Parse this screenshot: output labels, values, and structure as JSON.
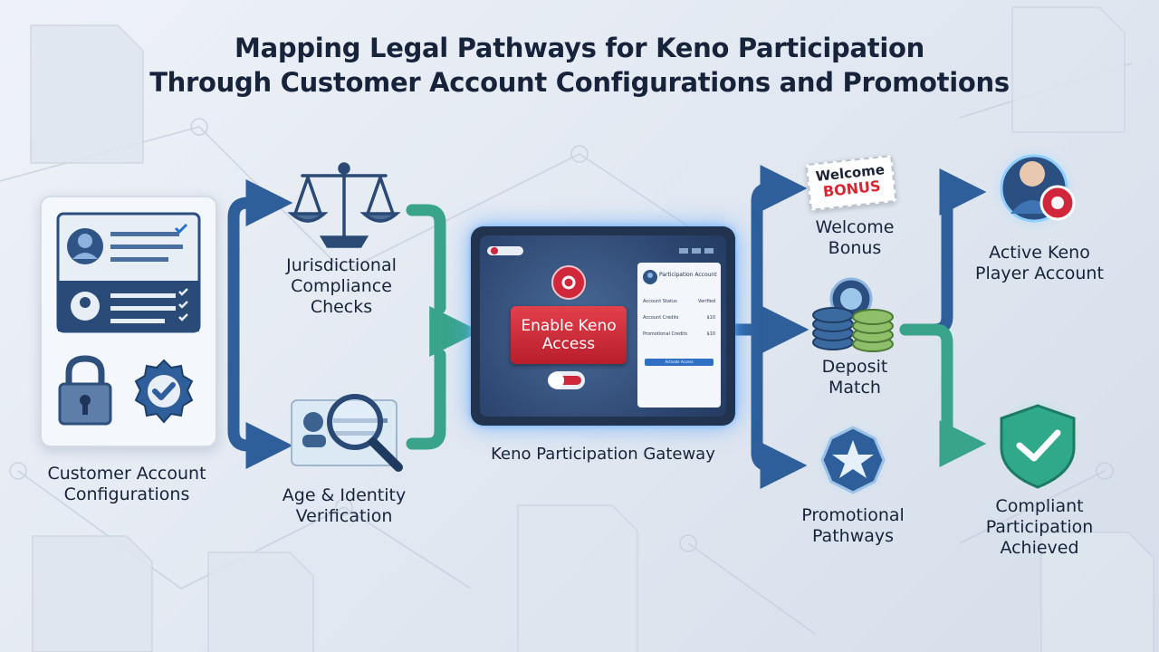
{
  "title": {
    "line1": "Mapping Legal Pathways for Keno Participation",
    "line2": "Through Customer Account Configurations and Promotions"
  },
  "colors": {
    "blue_arrow": "#2e5f9b",
    "teal_arrow": "#3aa48a",
    "red_accent": "#d0283a",
    "dark_text": "#16233a",
    "green_shield": "#2fa98a"
  },
  "nodes": {
    "customer_account": {
      "label": "Customer Account Configurations",
      "icons": [
        "profile-card-icon",
        "padlock-icon",
        "verified-badge-icon"
      ]
    },
    "jurisdictional": {
      "label": "Jurisdictional Compliance Checks",
      "icon": "scales-icon"
    },
    "age_identity": {
      "label": "Age & Identity Verification",
      "icon": "magnifier-id-icon"
    },
    "gateway": {
      "label": "Keno Participation Gateway",
      "button_text": "Enable Keno Access",
      "panel_title": "Participation Account",
      "panel_rows": [
        {
          "label": "Account Status",
          "value": "Verified"
        },
        {
          "label": "Account Credits",
          "value": "$10"
        },
        {
          "label": "Promotional Credits",
          "value": "$10"
        }
      ],
      "panel_button": "Activate Access"
    },
    "welcome_bonus": {
      "label": "Welcome Bonus",
      "ticket_line1": "Welcome",
      "ticket_line2": "BONUS"
    },
    "deposit_match": {
      "label": "Deposit Match",
      "icon": "coin-stack-icon"
    },
    "promotional": {
      "label": "Promotional Pathways",
      "icon": "star-badge-icon"
    },
    "active_player": {
      "label": "Active Keno Player Account",
      "icon": "player-keno-icon"
    },
    "compliant": {
      "label": "Compliant Participation Achieved",
      "icon": "shield-check-icon"
    }
  }
}
